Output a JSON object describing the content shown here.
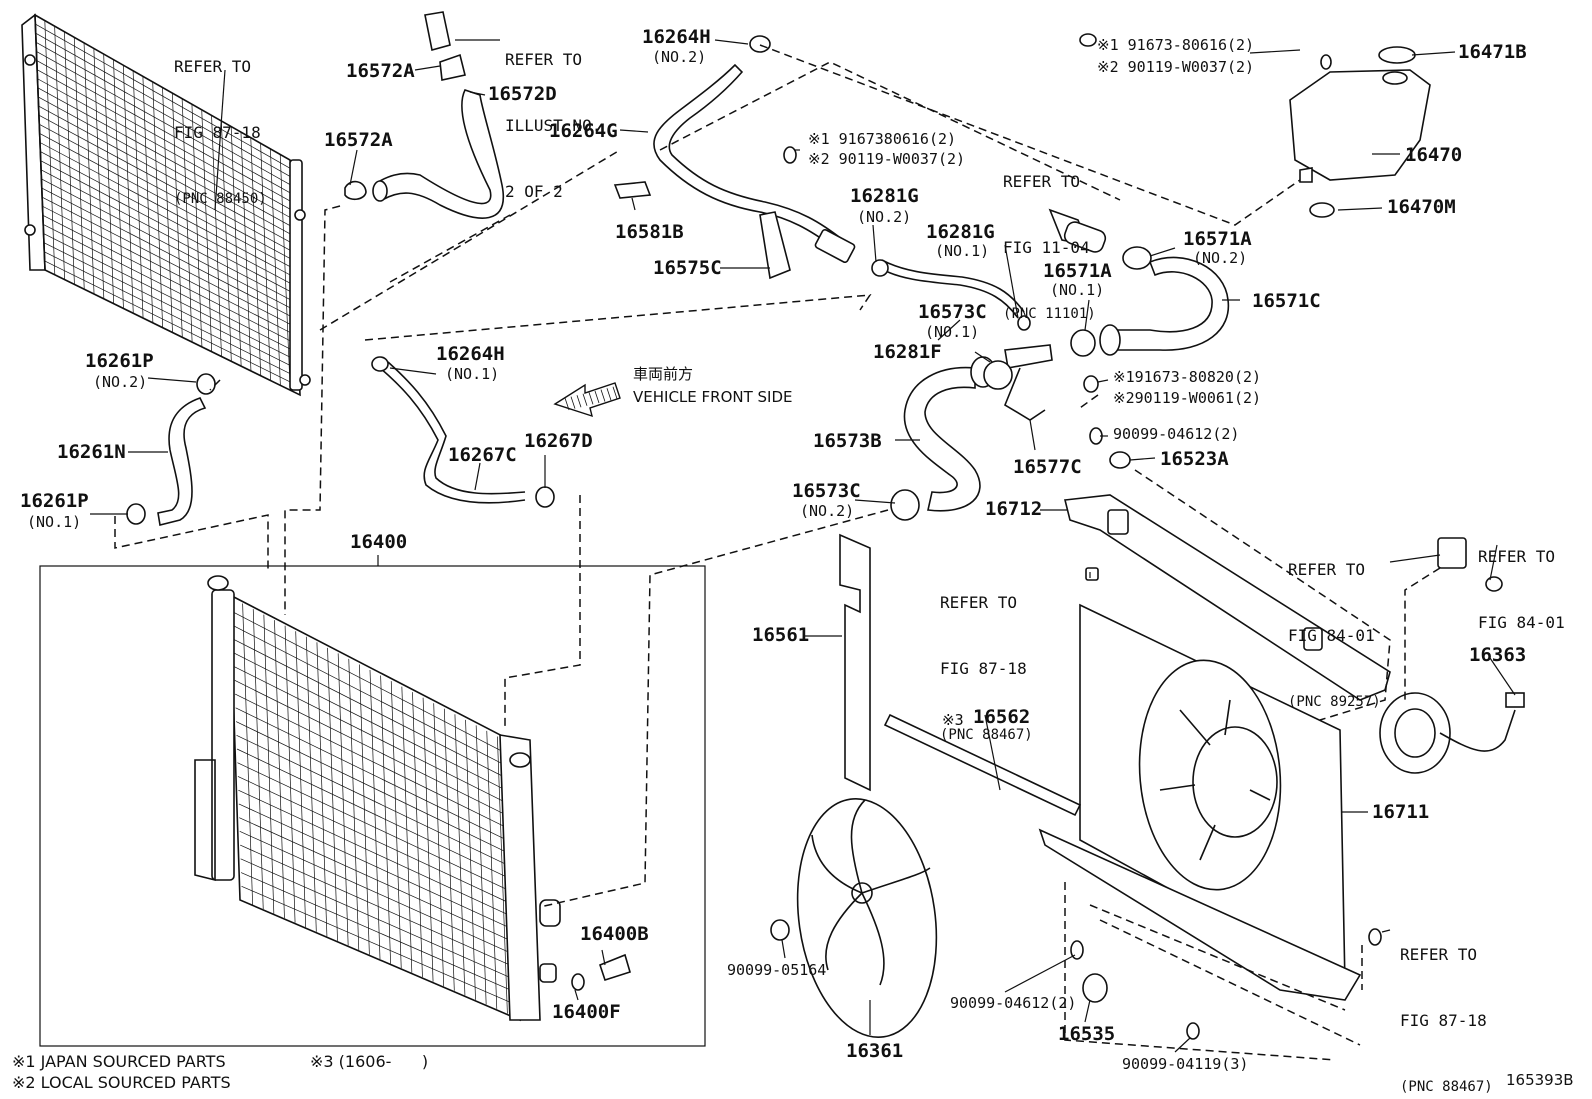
{
  "diagram_id": "165393B",
  "arrow_direction": {
    "japanese": "車両前方",
    "english": "VEHICLE FRONT SIDE"
  },
  "footnotes": {
    "note1": "※1 JAPAN SOURCED PARTS",
    "note2": "※2 LOCAL SOURCED PARTS",
    "note3": "※3 (1606-      )"
  },
  "refs": {
    "condenser": [
      "REFER TO",
      "FIG 87-18",
      "(PNC 88450)"
    ],
    "illust": [
      "REFER TO",
      "ILLUST NO.",
      "2 OF 2"
    ],
    "fig1104": [
      "REFER TO",
      "FIG 11-04",
      "(PNC 11101)"
    ],
    "fig8718a": [
      "REFER TO",
      "FIG 87-18",
      "(PNC 88467)"
    ],
    "fig8401a": [
      "REFER TO",
      "FIG 84-01",
      "(PNC 89257)"
    ],
    "fig8401b": [
      "REFER TO",
      "FIG 84-01"
    ],
    "fig8718b": [
      "REFER TO",
      "FIG 87-18",
      "(PNC 88467)"
    ]
  },
  "parts": {
    "p16264H_top": "16264H",
    "p16264H_top_sub": "(NO.2)",
    "p16572A_top": "16572A",
    "p16572D": "16572D",
    "p16572A": "16572A",
    "p16264G": "16264G",
    "p16581B": "16581B",
    "p16575C": "16575C",
    "bolt1_n1": "※1 9167380616(2)",
    "bolt1_n2": "※2 90119-W0037(2)",
    "p16281G_2": "16281G",
    "p16281G_2_sub": "(NO.2)",
    "p16281G_1": "16281G",
    "p16281G_1_sub": "(NO.1)",
    "p16573C_1": "16573C",
    "p16573C_1_sub": "(NO.1)",
    "p16281F": "16281F",
    "p16571A_2": "16571A",
    "p16571A_2_sub": "(NO.2)",
    "p16571A_1": "16571A",
    "p16571A_1_sub": "(NO.1)",
    "p16571C": "16571C",
    "bolt2_n1": "※1 91673-80616(2)",
    "bolt2_n2": "※2 90119-W0037(2)",
    "p16471B": "16471B",
    "p16470": "16470",
    "p16470M": "16470M",
    "bolt3_n1": "※191673-80820(2)",
    "bolt3_n2": "※290119-W0061(2)",
    "p90099_04612a": "90099-04612(2)",
    "p16523A": "16523A",
    "p16577C": "16577C",
    "p16573B": "16573B",
    "p16573C_2": "16573C",
    "p16573C_2_sub": "(NO.2)",
    "p16712": "16712",
    "p16264H_1": "16264H",
    "p16264H_1_sub": "(NO.1)",
    "p16267C": "16267C",
    "p16267D": "16267D",
    "p16261P_2": "16261P",
    "p16261P_2_sub": "(NO.2)",
    "p16261N": "16261N",
    "p16261P_1": "16261P",
    "p16261P_1_sub": "(NO.1)",
    "p16400": "16400",
    "p16400B": "16400B",
    "p16400F": "16400F",
    "p16561": "16561",
    "p16562_mark": "※3",
    "p16562": "16562",
    "p16363": "16363",
    "p16711": "16711",
    "p90099_05164": "90099-05164",
    "p16361": "16361",
    "p90099_04612b": "90099-04612(2)",
    "p16535": "16535",
    "p90099_04119": "90099-04119(3)"
  }
}
